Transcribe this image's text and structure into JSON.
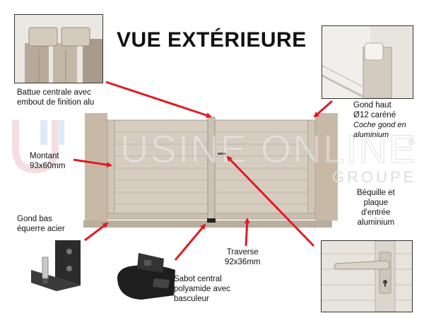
{
  "title": "VUE EXTÉRIEURE",
  "watermark": {
    "brand": "USINE ONLINE",
    "sub": "GROUPE",
    "registered": "®"
  },
  "labels": {
    "battue": [
      "Battue centrale avec",
      "embout de finition alu"
    ],
    "gond_haut": [
      "Gond haut",
      "Ø12 caréné"
    ],
    "gond_haut_note": [
      "Coche gond en",
      "aluminium"
    ],
    "montant": [
      "Montant",
      "93x60mm"
    ],
    "gond_bas": [
      "Gond bas",
      "équerre acier"
    ],
    "traverse": [
      "Traverse",
      "92x36mm"
    ],
    "sabot": [
      "Sabot central",
      "polyamide avec",
      "basculeur"
    ],
    "bequille": [
      "Béquille et",
      "plaque",
      "d'entrée",
      "aluminium"
    ]
  },
  "colors": {
    "arrow": "#e01b24",
    "panel": "#d6cdc0",
    "pillar": "#c8b9a6",
    "frame": "#b9b0a4"
  }
}
